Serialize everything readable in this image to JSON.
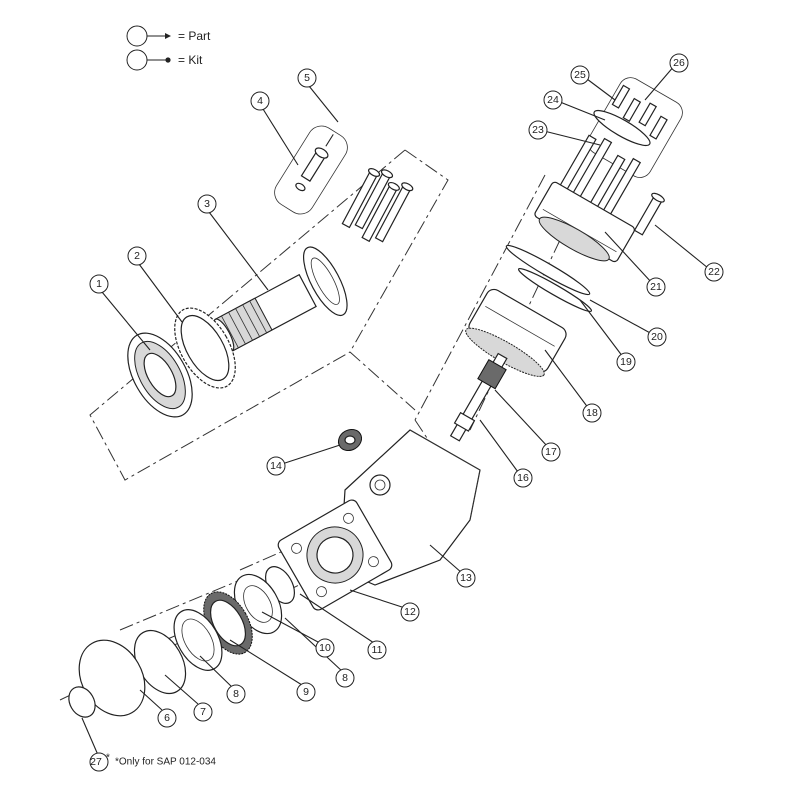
{
  "legend": {
    "part_label": "= Part",
    "kit_label": "= Kit"
  },
  "callouts": [
    "1",
    "2",
    "3",
    "4",
    "5",
    "6",
    "7",
    "8",
    "9",
    "10",
    "8",
    "11",
    "12",
    "13",
    "14",
    "16",
    "17",
    "18",
    "19",
    "20",
    "21",
    "22",
    "23",
    "24",
    "25",
    "26",
    "27"
  ],
  "callout_1": "1",
  "callout_2": "2",
  "callout_3": "3",
  "callout_4": "4",
  "callout_5": "5",
  "callout_6": "6",
  "callout_7": "7",
  "callout_8a": "8",
  "callout_9": "9",
  "callout_10": "10",
  "callout_8b": "8",
  "callout_11": "11",
  "callout_12": "12",
  "callout_13": "13",
  "callout_14": "14",
  "callout_16": "16",
  "callout_17": "17",
  "callout_18": "18",
  "callout_19": "19",
  "callout_20": "20",
  "callout_21": "21",
  "callout_22": "22",
  "callout_23": "23",
  "callout_24": "24",
  "callout_25": "25",
  "callout_26": "26",
  "callout_27": "27",
  "footnote": "*Only for SAP 012-034",
  "footnote_marker": "*"
}
